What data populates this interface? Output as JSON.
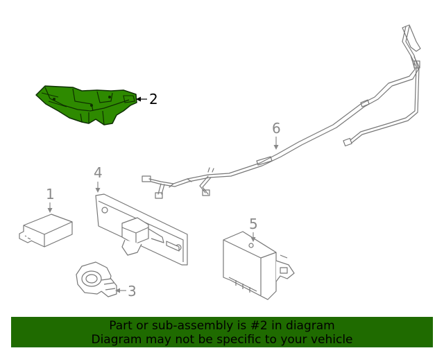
{
  "callouts": {
    "part1": "1",
    "part2": "2",
    "part3": "3",
    "part4": "4",
    "part5": "5",
    "part6": "6"
  },
  "banner": {
    "line1": "Part or sub-assembly is #2 in diagram",
    "line2": "Diagram may not be specific to your vehicle"
  },
  "colors": {
    "highlight": "#1f6b00",
    "highlight_part": "#2e8a00",
    "line": "#777777",
    "callout_gray": "#888888",
    "callout_active": "#000000"
  }
}
